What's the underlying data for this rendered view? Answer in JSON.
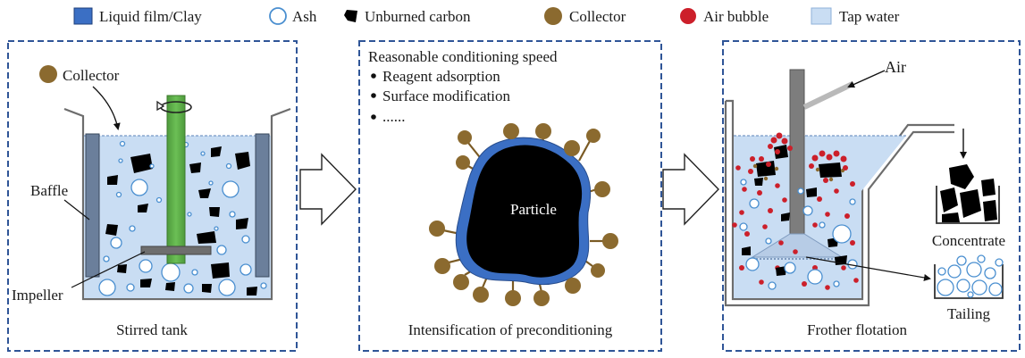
{
  "legend": [
    {
      "label": "Liquid film/Clay",
      "symbol": "liquid-film-clay-swatch"
    },
    {
      "label": "Ash",
      "symbol": "ash-swatch"
    },
    {
      "label": "Unburned carbon",
      "symbol": "unburned-carbon-swatch"
    },
    {
      "label": "Collector",
      "symbol": "collector-swatch"
    },
    {
      "label": "Air bubble",
      "symbol": "air-bubble-swatch"
    },
    {
      "label": "Tap water",
      "symbol": "tap-water-swatch"
    }
  ],
  "panel1": {
    "collector_label": "Collector",
    "baffle_label": "Baffle",
    "impeller_label": "Impeller",
    "caption": "Stirred tank"
  },
  "panel2": {
    "heading": "Reasonable conditioning speed",
    "bullets": [
      "Reagent adsorption",
      "Surface modification",
      "......"
    ],
    "particle_label": "Particle",
    "caption": "Intensification of preconditioning"
  },
  "panel3": {
    "air_label": "Air",
    "concentrate_label": "Concentrate",
    "tailing_label": "Tailing",
    "caption": "Frother flotation"
  },
  "colors": {
    "liquid_film": "#3b6fc4",
    "tap_water": "#c9ddf3",
    "collector": "#8b6a2f",
    "air_bubble": "#cc1f2a",
    "carbon": "#000000",
    "impeller_shaft": "#5aa845",
    "frame": "#2f5597"
  }
}
